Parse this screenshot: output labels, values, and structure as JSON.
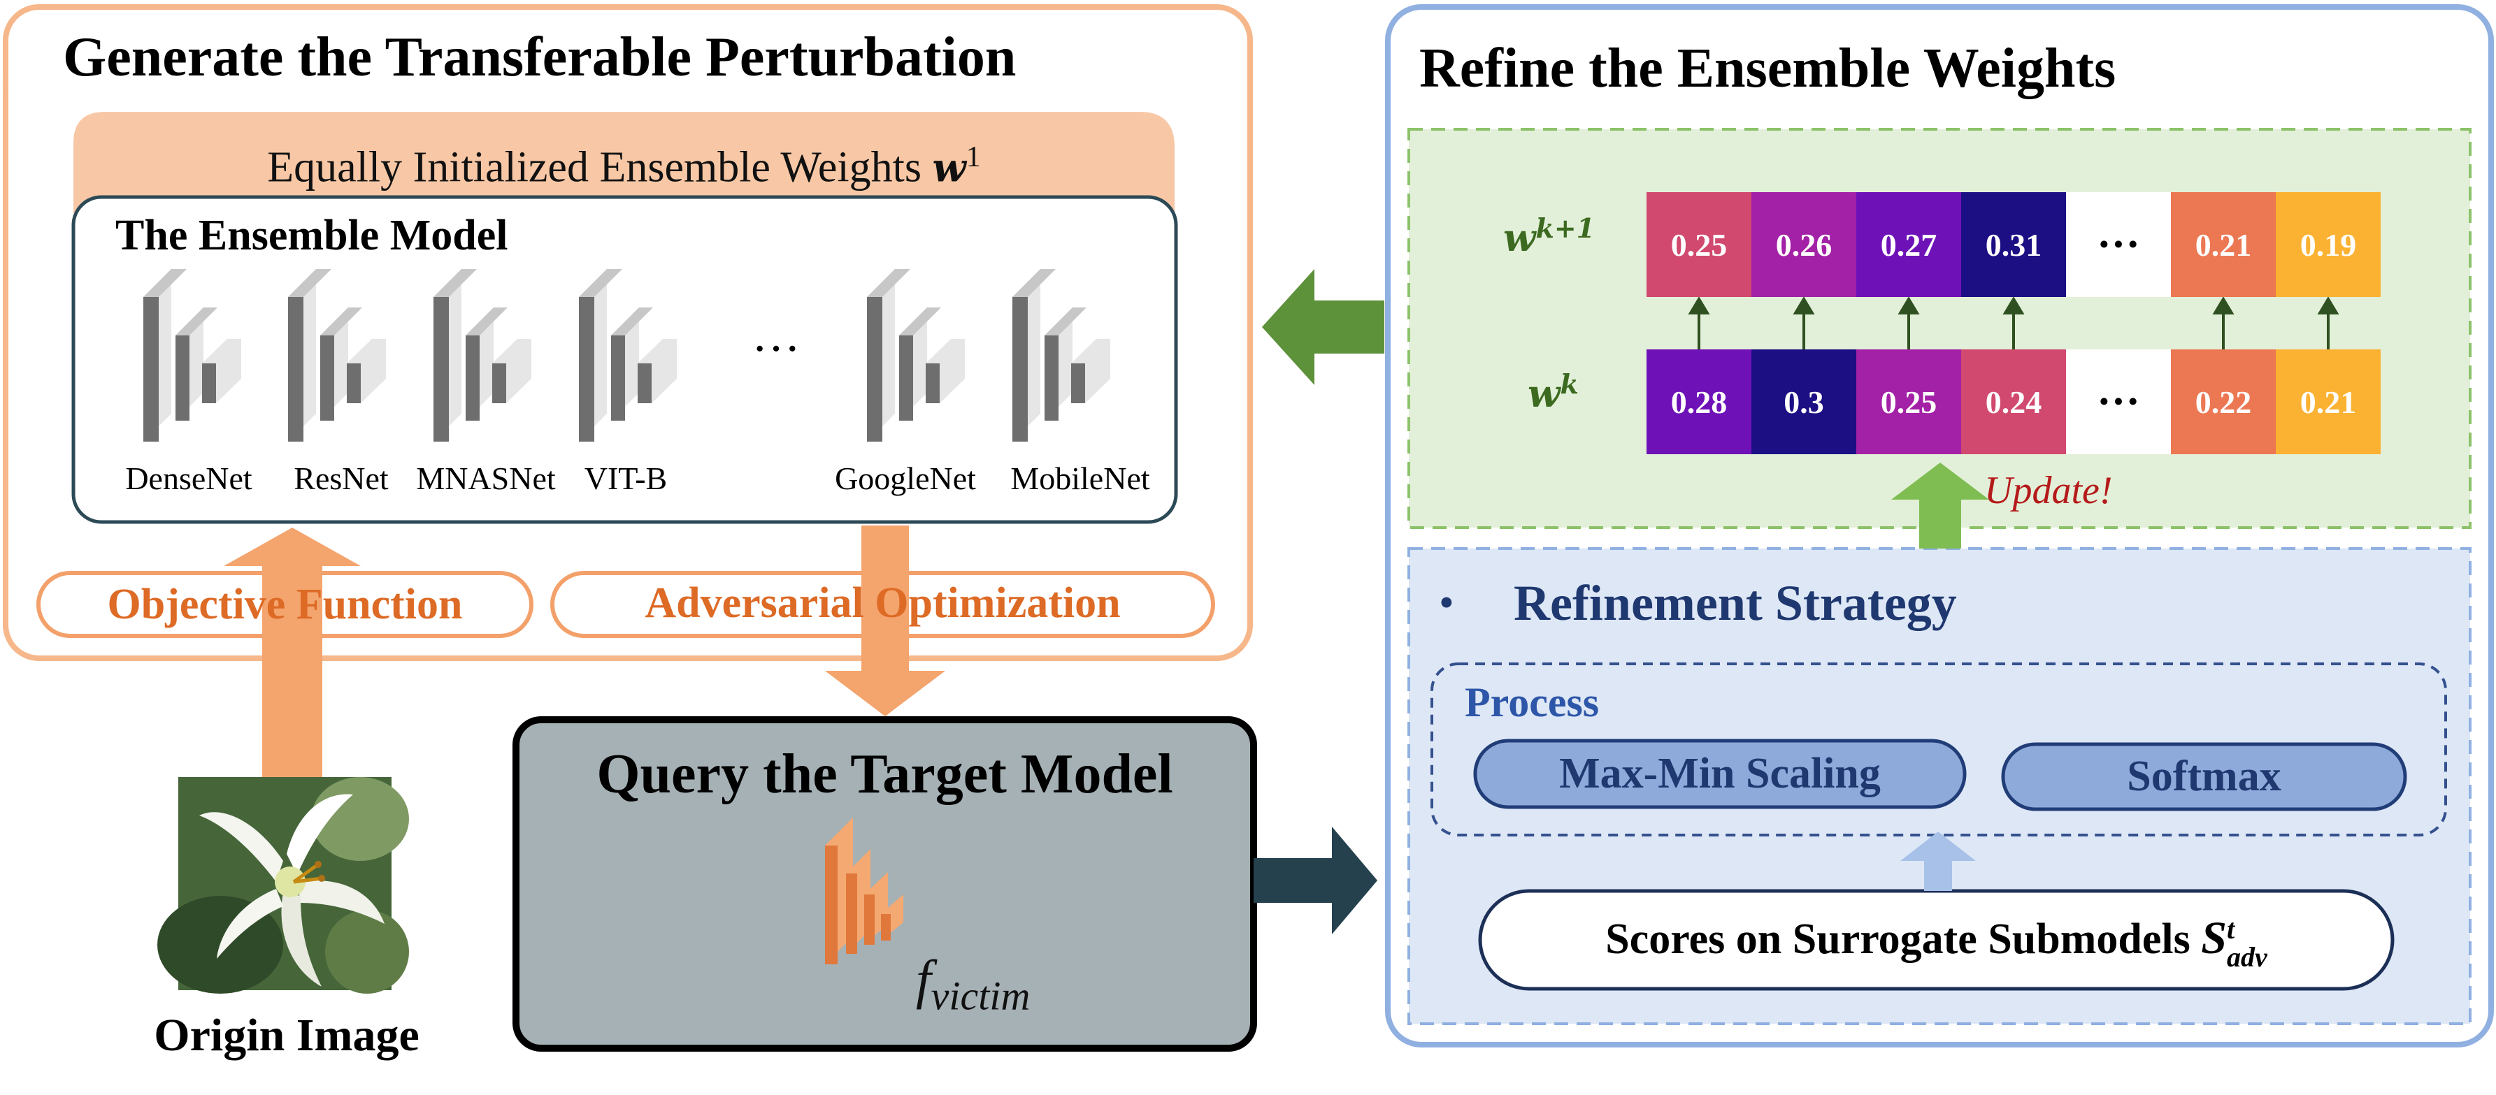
{
  "left_panel": {
    "title": "Generate the Transferable Perturbation",
    "weights_banner": "Equally Initialized Ensemble Weights ",
    "weights_symbol": "w",
    "weights_sup": "1",
    "ensemble_title": "The Ensemble Model",
    "models": [
      "DenseNet",
      "ResNet",
      "MNASNet",
      "VIT-B",
      "GoogleNet",
      "MobileNet"
    ],
    "ellipsis": "···",
    "objective_label": "Objective Function",
    "optimization_label": "Adversarial Optimization"
  },
  "origin": {
    "label": "Origin Image"
  },
  "query": {
    "title": "Query the Target Model",
    "f_symbol": "f",
    "f_sub": "victim"
  },
  "right_panel": {
    "title": "Refine the Ensemble Weights",
    "row_next": {
      "symbol": "w",
      "sup": "k+1",
      "cells": [
        {
          "text": "0.25",
          "color": "#d1496f"
        },
        {
          "text": "0.26",
          "color": "#a321a6"
        },
        {
          "text": "0.27",
          "color": "#6e12b8"
        },
        {
          "text": "0.31",
          "color": "#1c0f84"
        },
        {
          "text": "···",
          "color": "#ffffff"
        },
        {
          "text": "0.21",
          "color": "#ec7853"
        },
        {
          "text": "0.19",
          "color": "#fbb233"
        }
      ]
    },
    "row_cur": {
      "symbol": "w",
      "sup": "k",
      "cells": [
        {
          "text": "0.28",
          "color": "#6e12b8"
        },
        {
          "text": "0.3",
          "color": "#1c0f84"
        },
        {
          "text": "0.25",
          "color": "#a321a6"
        },
        {
          "text": "0.24",
          "color": "#d1496f"
        },
        {
          "text": "···",
          "color": "#ffffff"
        },
        {
          "text": "0.22",
          "color": "#ec7853"
        },
        {
          "text": "0.21",
          "color": "#fbb233"
        }
      ]
    },
    "update_label": "Update!",
    "strategy_bullet": "•",
    "strategy_title": "Refinement Strategy",
    "process_title": "Process",
    "process_steps": [
      "Max-Min Scaling",
      "Softmax"
    ],
    "scores_label": "Scores on Surrogate Submodels ",
    "scores_symbol": "S",
    "scores_sup": "t",
    "scores_sub": "adv"
  }
}
